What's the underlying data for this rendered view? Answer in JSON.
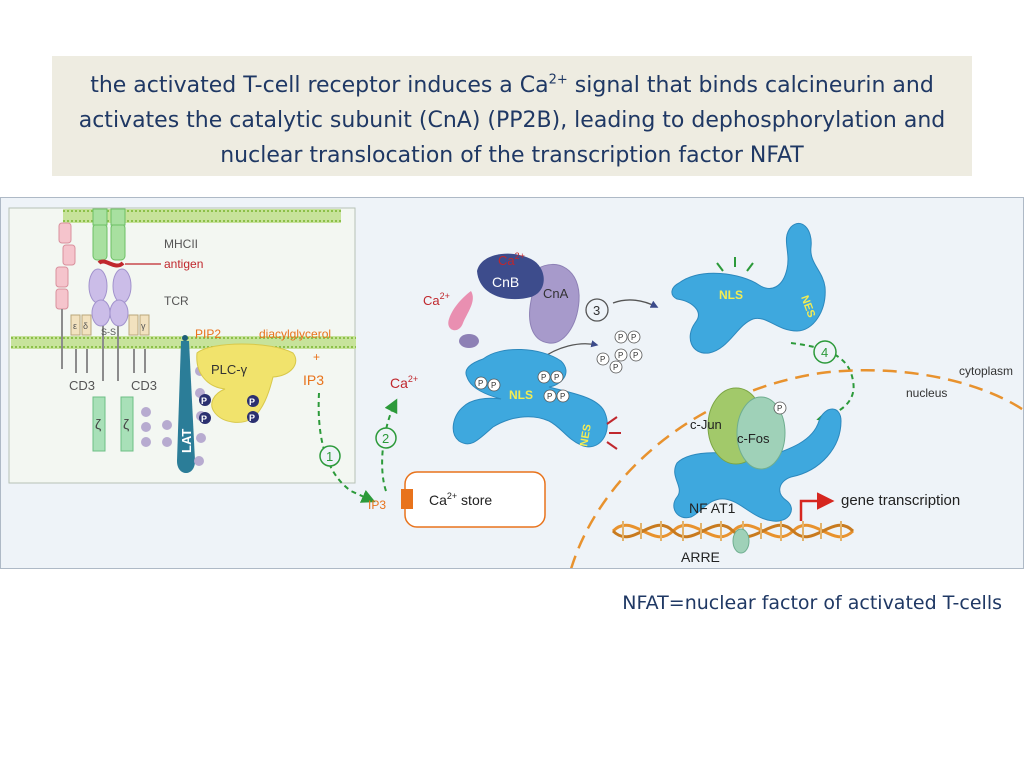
{
  "slide": {
    "title_part1": "the activated T-cell receptor induces a Ca",
    "title_sup": "2+",
    "title_part2": " signal that binds calcineurin and activates the catalytic subunit (CnA) (PP2B), leading to dephosphorylation and nuclear translocation of the transcription factor NFAT",
    "footnote": "NFAT=nuclear factor of activated T-cells"
  },
  "diagram": {
    "membrane_labels": {
      "mhcii": "MHCII",
      "antigen": "antigen",
      "tcr": "TCR",
      "pip2": "PIP2",
      "diacylglycerol": "diacylglycerol",
      "plus": "+",
      "ip3_top": "IP3",
      "plc": "PLC-γ",
      "lat": "LAT",
      "cd3_left": "CD3",
      "cd3_right": "CD3",
      "zeta": "ζ",
      "epsilon": "ε",
      "delta": "δ",
      "gamma": "γ",
      "ss": "S-S",
      "p": "P"
    },
    "calcium": {
      "ca_label": "Ca",
      "ca_sup": "2+",
      "store_label": " store",
      "ip3_store": "IP3"
    },
    "calcineurin": {
      "cnb": "CnB",
      "cna": "CnA"
    },
    "nfat": {
      "nls": "NLS",
      "nes": "NES",
      "nfat1": "NF AT1",
      "c_jun": "c-Jun",
      "c_fos": "c-Fos",
      "arre": "ARRE",
      "gene_transcription": "gene transcription"
    },
    "compartments": {
      "cytoplasm": "cytoplasm",
      "nucleus": "nucleus"
    },
    "steps": [
      "1",
      "2",
      "3",
      "4"
    ],
    "colors": {
      "nfat_blue": "#3ea8de",
      "cnb_navy": "#3d4c8c",
      "cna_lavender": "#a79acb",
      "plc_yellow": "#f1e36c",
      "lat_teal": "#2b7d98",
      "membrane_green": "#a6d66a",
      "store_orange": "#e8731c",
      "arrow_green": "#2c9a3a",
      "ca_red": "#c0272d",
      "title_bg": "#eeece1",
      "text_navy": "#1f3864"
    }
  }
}
